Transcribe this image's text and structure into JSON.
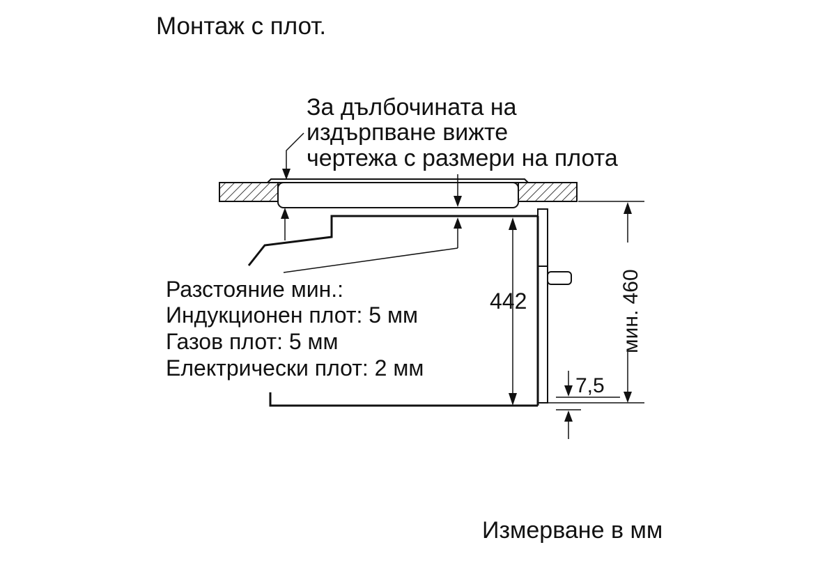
{
  "title": "Монтаж с плот.",
  "note": {
    "lines": [
      "За дълбочината на",
      "издърпване вижте",
      "чертежа с размери на плота"
    ]
  },
  "distances": {
    "lines": [
      "Разстояние мин.:",
      "Индукционен плот: 5 мм",
      "Газов плот: 5 мм",
      "Електрически плот: 2 мм"
    ]
  },
  "dimensions": {
    "appliance_height": "442",
    "min_niche_height": "мин. 460",
    "bottom_offset": "7,5"
  },
  "unit_note": "Измерване в мм"
}
